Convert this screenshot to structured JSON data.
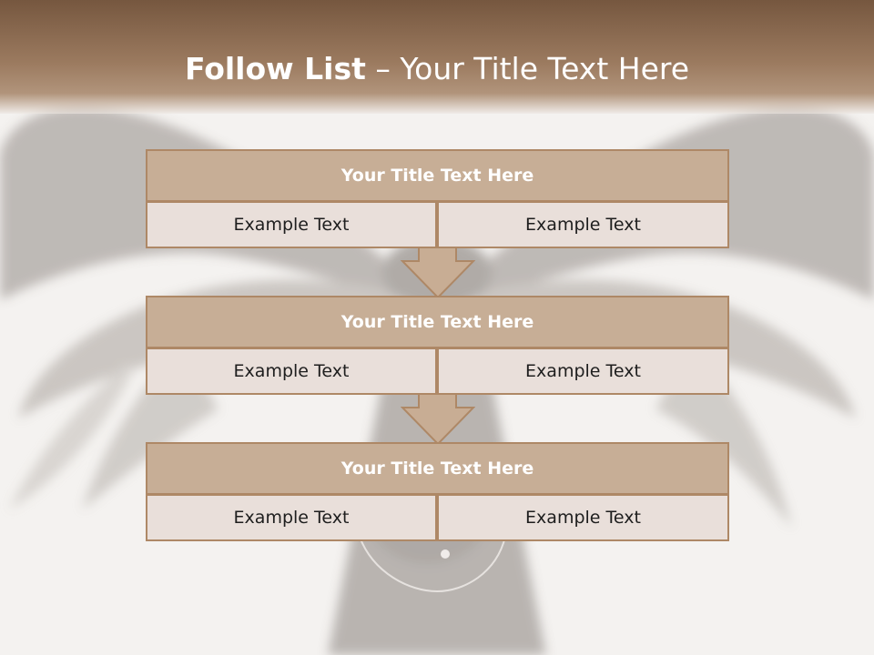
{
  "slide": {
    "title_bold": "Follow List",
    "title_rest": "  – Your Title Text Here"
  },
  "blocks": [
    {
      "title": "Your Title Text Here",
      "left_text": "Example Text",
      "right_text": "Example Text"
    },
    {
      "title": "Your Title Text Here",
      "left_text": "Example Text",
      "right_text": "Example Text"
    },
    {
      "title": "Your Title Text Here",
      "left_text": "Example Text",
      "right_text": "Example Text"
    }
  ],
  "colors": {
    "header_dark": "#76573f",
    "block_title_fill": "#c7ae96",
    "block_border": "#ae8866",
    "cell_fill": "#e9dfda",
    "arrow_fill": "#c8ad94"
  }
}
